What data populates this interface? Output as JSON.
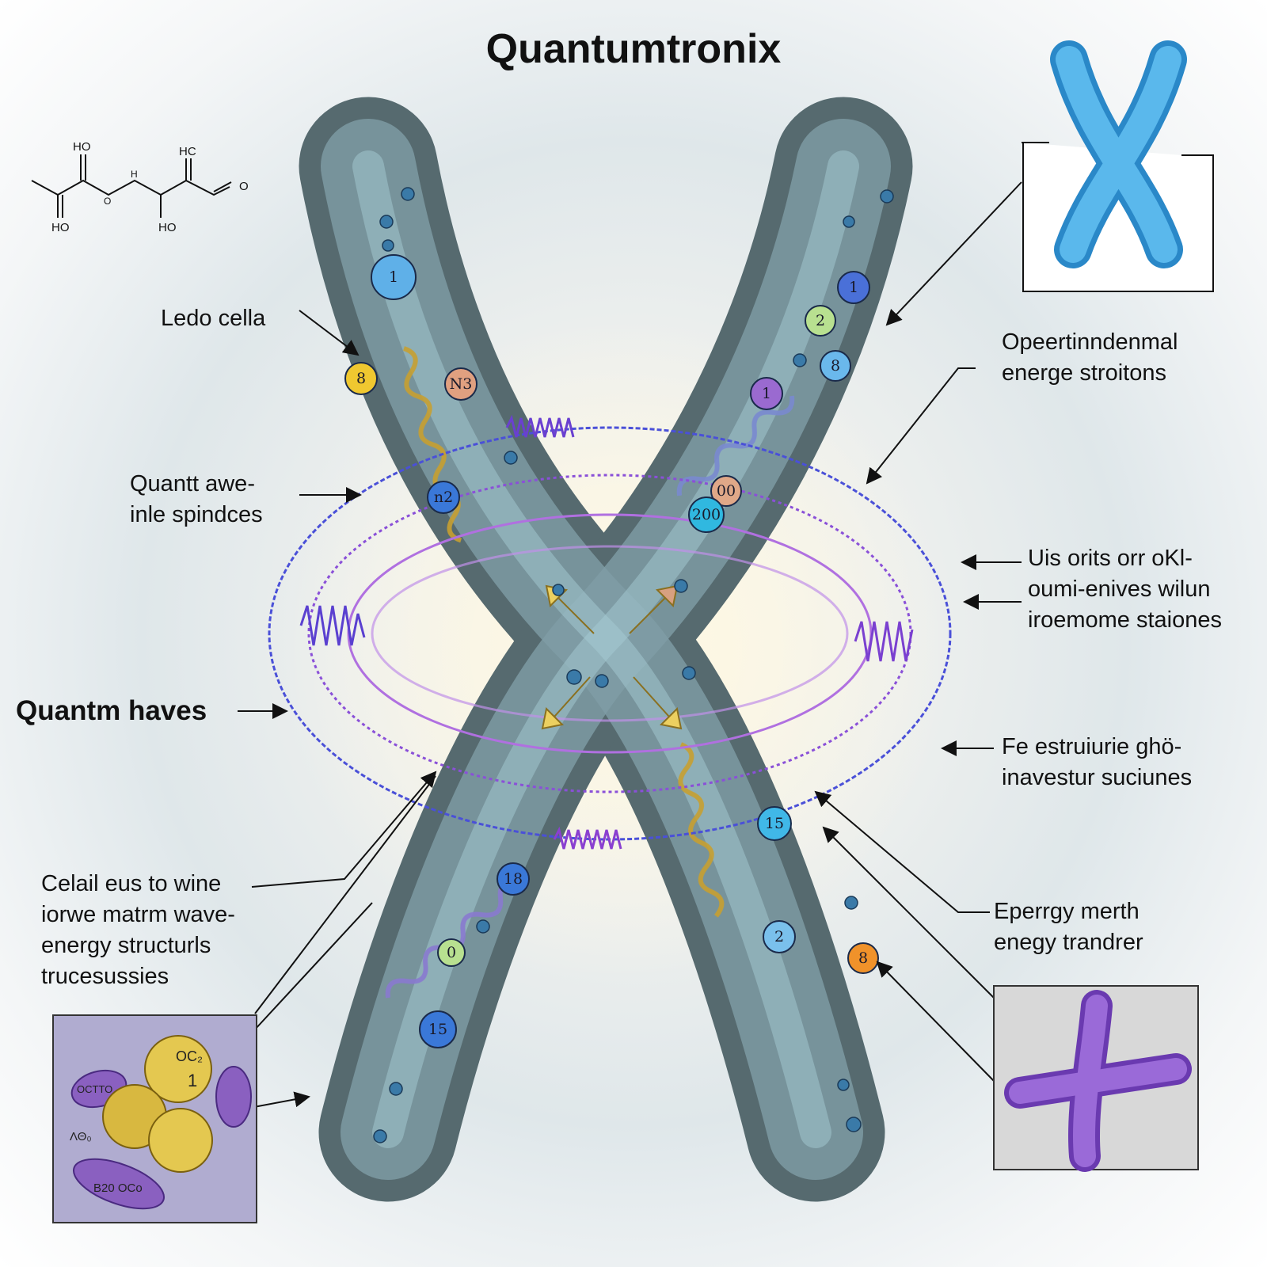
{
  "title": "Quantumtronix",
  "molecule": {
    "labels": [
      "HO",
      "HO",
      "HC",
      "HO",
      "O",
      "O",
      "H"
    ]
  },
  "labels": {
    "ledo_cella": [
      "Ledo cella"
    ],
    "quantt_awe": [
      "Quantt awe-",
      "inle spindces"
    ],
    "quantm_haves": [
      "Quantm haves"
    ],
    "celail": [
      "Celail eus to wine",
      "iorwe matrm wave-",
      "energy structurls",
      "trucesussies"
    ],
    "opeertinndenmal": [
      "Opeertinndenmal",
      "energe stroitons"
    ],
    "uis_orits": [
      "Uis orits orr oKl-",
      "oumi-enives wilun",
      "iroemome staiones"
    ],
    "fe_estruiurie": [
      "Fe estruiurie ghö-",
      "inavestur suciunes"
    ],
    "eperrgy": [
      "Eperrgy merth",
      "enegy trandrer"
    ]
  },
  "markers": [
    {
      "text": "1",
      "color": "#5fb0e8"
    },
    {
      "text": "8",
      "color": "#f0c830"
    },
    {
      "text": "N3",
      "color": "#e0a080"
    },
    {
      "text": "n2",
      "color": "#3a78d8"
    },
    {
      "text": "1",
      "color": "#4a70d8"
    },
    {
      "text": "2",
      "color": "#b8e090"
    },
    {
      "text": "8",
      "color": "#6ab8ec"
    },
    {
      "text": "1",
      "color": "#9a6ad0"
    },
    {
      "text": "00",
      "color": "#e0a888"
    },
    {
      "text": "200",
      "color": "#30b8e0"
    },
    {
      "text": "15",
      "color": "#40b8e8"
    },
    {
      "text": "18",
      "color": "#3a78d8"
    },
    {
      "text": "0",
      "color": "#b8e090"
    },
    {
      "text": "15",
      "color": "#3a78d8"
    },
    {
      "text": "2",
      "color": "#7ac0ec"
    },
    {
      "text": "8",
      "color": "#f0922a"
    }
  ],
  "inset_left": {
    "labels": [
      "OC₂",
      "1",
      "ΛΘ₀",
      "B20 OCo",
      "OCTTO"
    ]
  },
  "colors": {
    "chromosome": "#6f8a90",
    "wave_blue": "#4a50d8",
    "wave_purple": "#a050d8",
    "arrow_yellow": "#ecd060",
    "inset_blue": "#3aa8e0",
    "inset_purple": "#8a5ad0"
  }
}
